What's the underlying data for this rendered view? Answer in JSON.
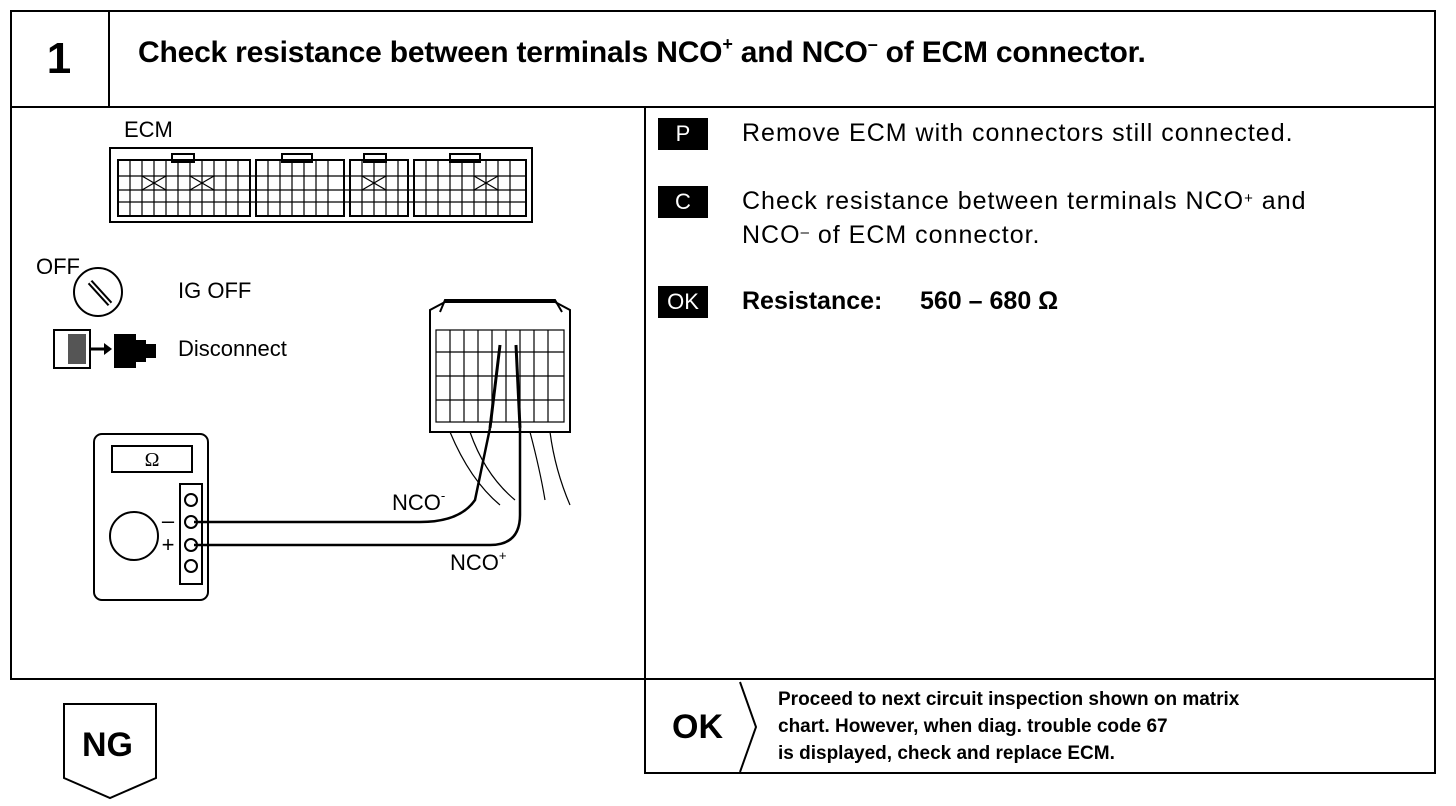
{
  "step": {
    "number": "1",
    "title_main": "Check resistance between terminals NCO",
    "title_plus": "+",
    "title_and": " and NCO",
    "title_minus": "–",
    "title_end": " of ECM connector."
  },
  "diagram": {
    "ecm_label": "ECM",
    "off_label": "OFF",
    "ig_off": "IG OFF",
    "disconnect": "Disconnect",
    "ohm_symbol": "Ω",
    "minus_sign": "–",
    "plus_sign": "+",
    "nco_minus": "NCO",
    "nco_minus_sup": "-",
    "nco_plus": "NCO",
    "nco_plus_sup": "+"
  },
  "instructions": {
    "p_badge": "P",
    "p_text": "Remove ECM with connectors still connected.",
    "c_badge": "C",
    "c_text_1a": "Check resistance between terminals NCO",
    "c_text_1sup": "+",
    "c_text_1b": " and",
    "c_text_2a": "NCO",
    "c_text_2sup": "–",
    "c_text_2b": " of ECM connector.",
    "ok_badge": "OK",
    "resistance_label": "Resistance:",
    "resistance_value": "560 – 680 Ω"
  },
  "results": {
    "ok_label": "OK",
    "ok_text_1": "Proceed to next circuit inspection shown on matrix",
    "ok_text_2": "chart. However, when diag. trouble code 67",
    "ok_text_3": "is displayed, check and replace ECM.",
    "ng_label": "NG"
  }
}
